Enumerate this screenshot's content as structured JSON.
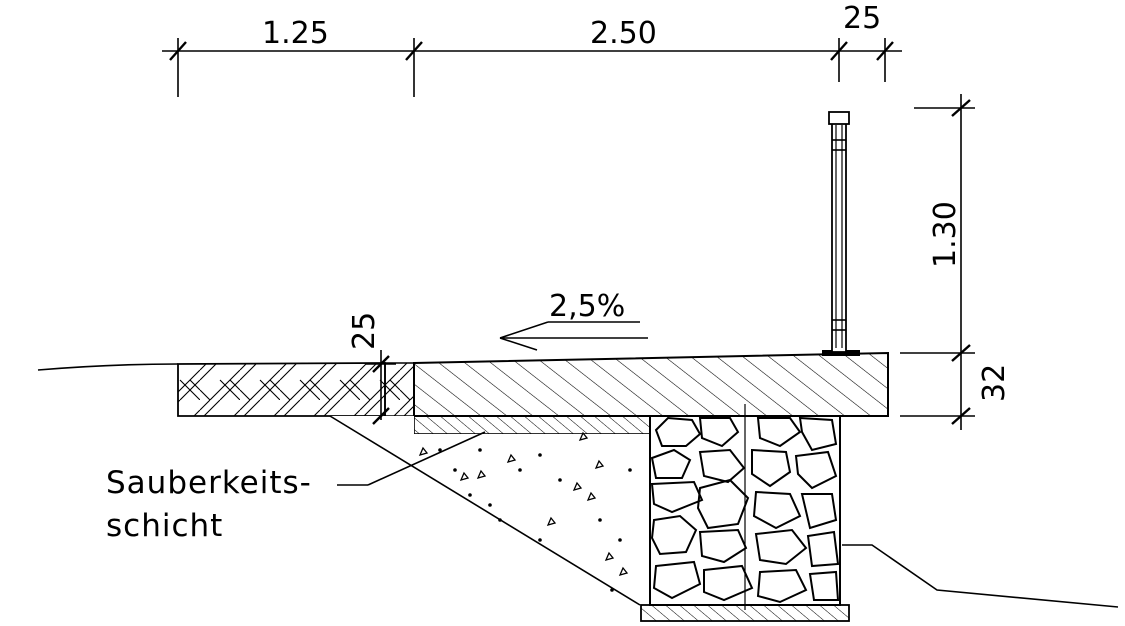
{
  "dimensions": {
    "top_left": "1.25",
    "top_middle": "2.50",
    "top_right": "25",
    "vertical_railing": "1.30",
    "vertical_slab": "32",
    "vertical_small": "25"
  },
  "slope_label": "2,5%",
  "callout": {
    "line1": "Sauberkeits-",
    "line2": "schicht"
  }
}
